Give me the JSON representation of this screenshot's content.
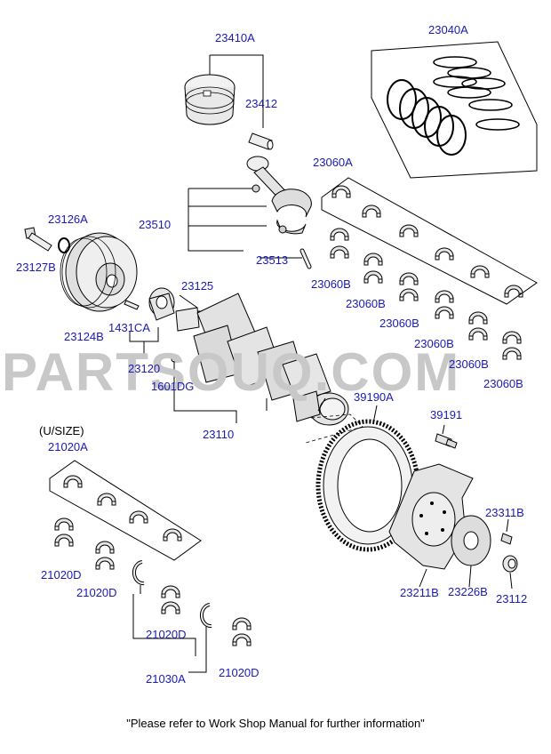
{
  "colors": {
    "label": "#1a1ab8",
    "line": "#000000",
    "watermark": "#c8c8c8",
    "part_fill": "#d9d9d9"
  },
  "watermark": "PARTSOUQ.COM",
  "footer_note": "\"Please refer to Work Shop Manual for further information\"",
  "size_note": "(U/SIZE)",
  "labels": [
    {
      "id": "23410A",
      "text": "23410A"
    },
    {
      "id": "23412",
      "text": "23412"
    },
    {
      "id": "23040A",
      "text": "23040A"
    },
    {
      "id": "23060A",
      "text": "23060A"
    },
    {
      "id": "23126A",
      "text": "23126A"
    },
    {
      "id": "23127B",
      "text": "23127B"
    },
    {
      "id": "23510",
      "text": "23510"
    },
    {
      "id": "23513",
      "text": "23513"
    },
    {
      "id": "23125",
      "text": "23125"
    },
    {
      "id": "23124B",
      "text": "23124B"
    },
    {
      "id": "1431CA",
      "text": "1431CA"
    },
    {
      "id": "23120",
      "text": "23120"
    },
    {
      "id": "1601DG",
      "text": "1601DG"
    },
    {
      "id": "23110",
      "text": "23110"
    },
    {
      "id": "23060B_1",
      "text": "23060B"
    },
    {
      "id": "23060B_2",
      "text": "23060B"
    },
    {
      "id": "23060B_3",
      "text": "23060B"
    },
    {
      "id": "23060B_4",
      "text": "23060B"
    },
    {
      "id": "23060B_5",
      "text": "23060B"
    },
    {
      "id": "23060B_6",
      "text": "23060B"
    },
    {
      "id": "39190A",
      "text": "39190A"
    },
    {
      "id": "39191",
      "text": "39191"
    },
    {
      "id": "21020A",
      "text": "21020A"
    },
    {
      "id": "21020D_1",
      "text": "21020D"
    },
    {
      "id": "21020D_2",
      "text": "21020D"
    },
    {
      "id": "21020D_3",
      "text": "21020D"
    },
    {
      "id": "21020D_4",
      "text": "21020D"
    },
    {
      "id": "21030A",
      "text": "21030A"
    },
    {
      "id": "23311B",
      "text": "23311B"
    },
    {
      "id": "23211B",
      "text": "23211B"
    },
    {
      "id": "23226B",
      "text": "23226B"
    },
    {
      "id": "23112",
      "text": "23112"
    }
  ]
}
